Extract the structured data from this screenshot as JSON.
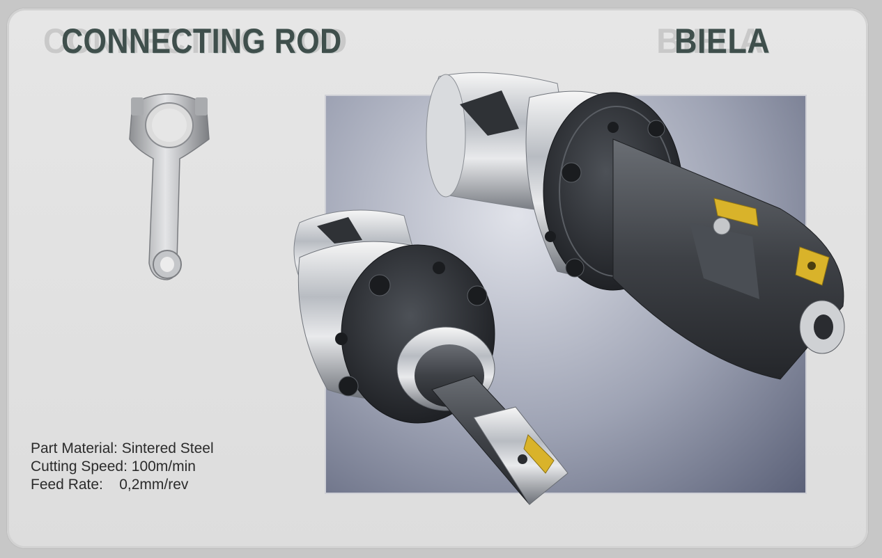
{
  "titles": {
    "left": "CONNECTING ROD",
    "right": "BIELA"
  },
  "specs": {
    "material": "Part Material: Sintered Steel",
    "speed": "Cutting Speed: 100m/min",
    "feed": "Feed Rate:    0,2mm/rev"
  },
  "colors": {
    "title": "#3f4f4c",
    "insert": "#d9b32a",
    "steel_dark": "#3e4146"
  }
}
